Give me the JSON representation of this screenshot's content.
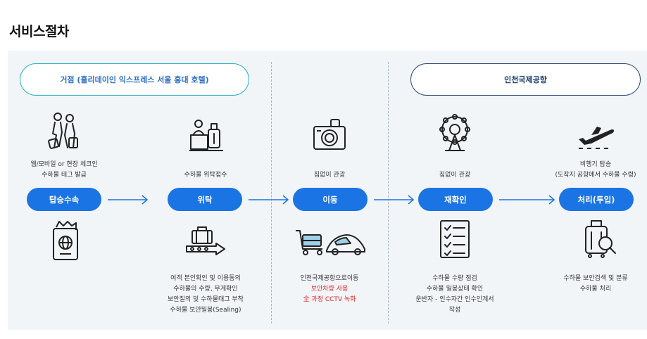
{
  "page_title": "서비스절차",
  "headers": {
    "hotel": "거점 (홀리데이인 익스프레스 서울 홍대 호텔)",
    "airport": "인천국제공항"
  },
  "steps": [
    {
      "label": "탑승수속",
      "top_caption": [
        "웹/모바일 or 현장 체크인",
        "수하물 태그 발급"
      ]
    },
    {
      "label": "위탁",
      "top_caption": [
        "수하물 위탁접수"
      ],
      "bottom_caption": [
        "여객 본인확인 및 이용동의",
        "수하물의 수량, 무게확인",
        "보안질의 및 수하물태그 부착",
        "수하물 보안밀봉(Sealing)"
      ]
    },
    {
      "label": "이동",
      "top_caption": [
        "짐없이 관광"
      ],
      "bottom_caption": [
        "인천국제공항으로이동"
      ],
      "bottom_caption_red": [
        "보안차량 사용",
        "全 과정 CCTV 녹화"
      ]
    },
    {
      "label": "재확인",
      "top_caption": [
        "짐없이 관광"
      ],
      "bottom_caption": [
        "수하물 수량 점검",
        "수하물 밀봉상태 확인",
        "운반자 - 인수자간 인수인계서",
        "작성"
      ]
    },
    {
      "label": "처리(투입)",
      "top_caption": [
        "비행기 탑승",
        "(도착지 공항에서 수하물 수령)"
      ],
      "bottom_caption": [
        "수하물 보안검색 및 분류",
        "수하물 처리"
      ]
    }
  ],
  "icons": [
    "travelers-icon",
    "baggage-counter-icon",
    "camera-icon",
    "ferris-wheel-icon",
    "airplane-takeoff-icon",
    "passport-icon",
    "conveyor-belt-icon",
    "cart-vehicle-icon",
    "checklist-icon",
    "baggage-scan-icon"
  ],
  "colors": {
    "accent": "#1b74e4",
    "hotel_border": "#2bb3c6",
    "airport_border": "#2b4a73",
    "red": "#e0262a",
    "panel": "#f2f5f8"
  }
}
